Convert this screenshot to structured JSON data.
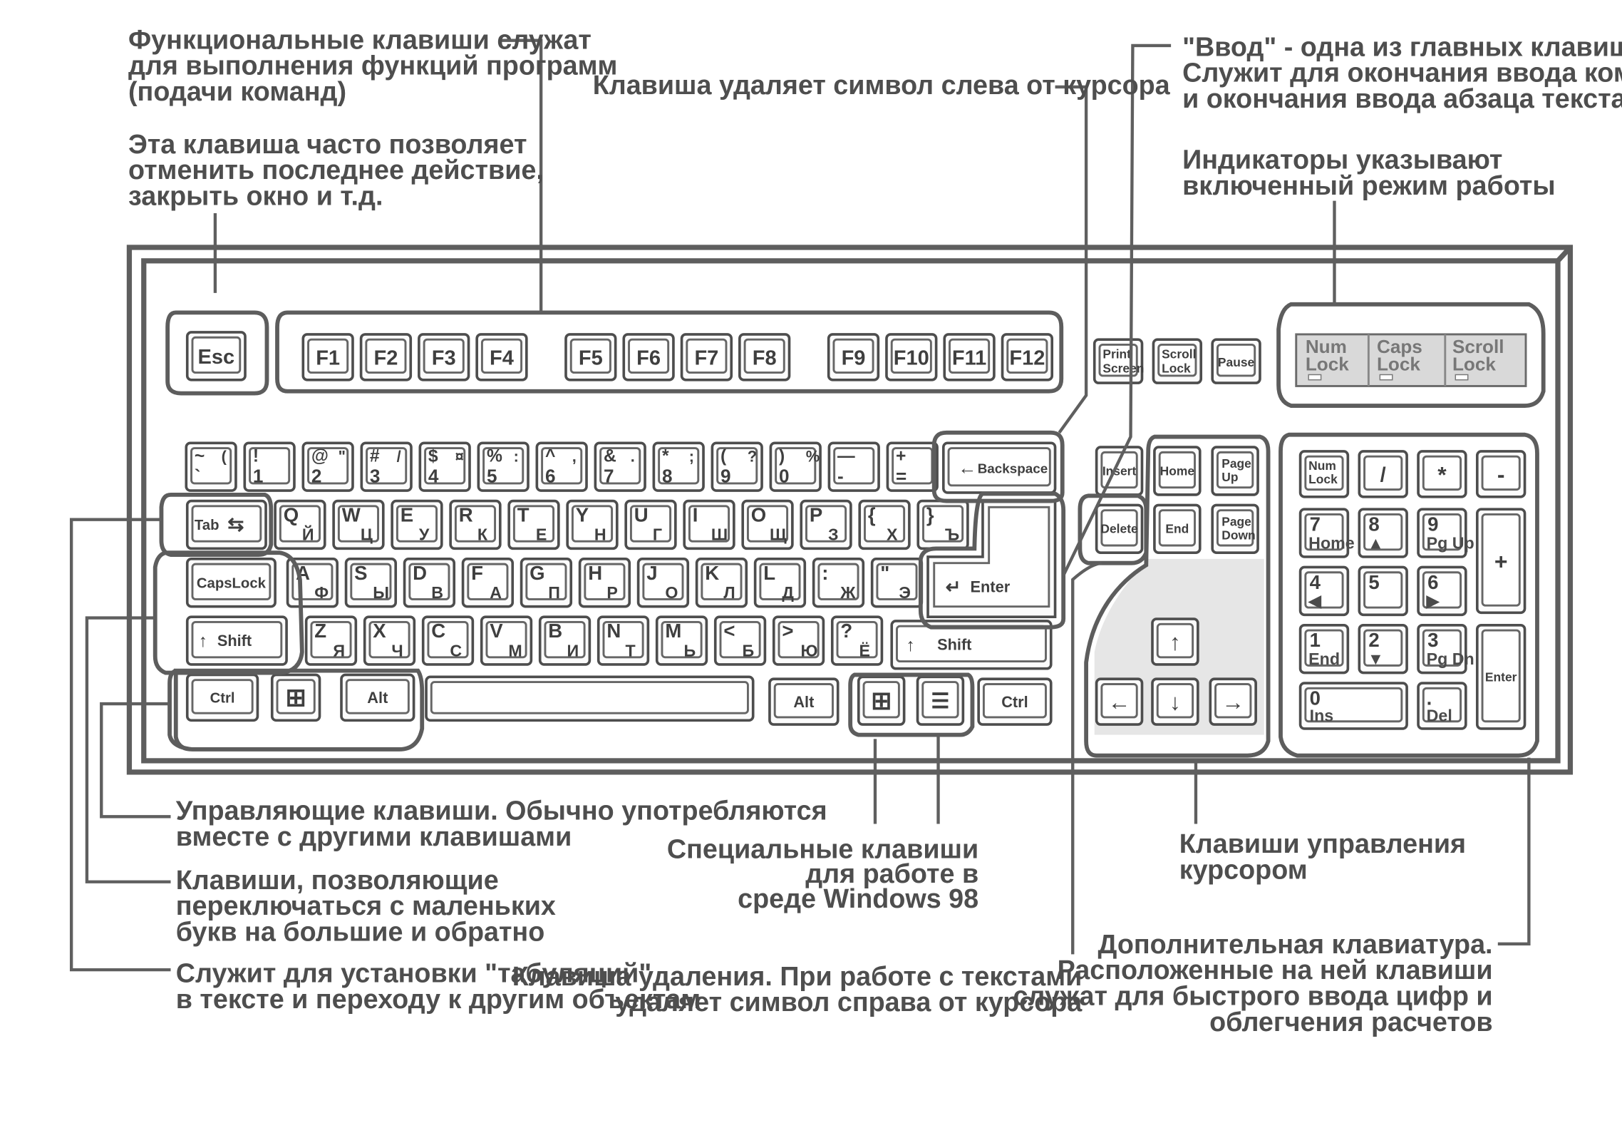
{
  "annotations": {
    "function_keys": [
      "Функциональные клавиши служат",
      "для выполнения функций программ",
      "(подачи команд)"
    ],
    "escape_key": [
      "Эта клавиша часто позволяет",
      "отменить последнее действие,",
      "закрыть окно и т.д."
    ],
    "backspace_key": [
      "Клавиша удаляет символ слева от курсора"
    ],
    "enter_key": [
      "\"Ввод\" - одна из главных клавиш.",
      "Служит для окончания ввода команд",
      "и окончания ввода абзаца текста"
    ],
    "indicators": [
      "Индикаторы указывают",
      "включенный режим работы"
    ],
    "control_keys": [
      "Управляющие клавиши. Обычно употребляются",
      "вместе с другими клавишами"
    ],
    "case_keys": [
      "Клавиши, позволяющие",
      "переключаться с маленьких",
      "букв на большие и обратно"
    ],
    "tab_key": [
      "Служит для установки \"табуляций\"",
      "в тексте и переходу к другим объектам"
    ],
    "windows_keys": [
      "Специальные клавиши",
      "для работе в",
      "среде  Windows 98"
    ],
    "delete_key": [
      "Клавиша удаления. При работе с текстами",
      "удаляет символ справа от курсора"
    ],
    "cursor_keys": [
      "Клавиши управления",
      "курсором"
    ],
    "numpad": [
      "Дополнительная клавиатура.",
      "Расположенные на ней клавиши",
      "служат для быстрого ввода цифр и",
      "облегчения расчетов"
    ]
  },
  "keyboard": {
    "esc": "Esc",
    "function_keys": [
      "F1",
      "F2",
      "F3",
      "F4",
      "F5",
      "F6",
      "F7",
      "F8",
      "F9",
      "F10",
      "F11",
      "F12"
    ],
    "system_keys": [
      [
        "Print",
        "Screen"
      ],
      [
        "Scroll",
        "Lock"
      ],
      [
        "Pause"
      ]
    ],
    "indicators": [
      [
        "Num",
        "Lock"
      ],
      [
        "Caps",
        "Lock"
      ],
      [
        "Scroll",
        "Lock"
      ]
    ],
    "number_row": [
      [
        "~",
        "`",
        "("
      ],
      [
        "!",
        "1",
        ""
      ],
      [
        "@",
        "2",
        "\""
      ],
      [
        "#",
        "3",
        "/"
      ],
      [
        "$",
        "4",
        "¤"
      ],
      [
        "%",
        "5",
        ":"
      ],
      [
        "^",
        "6",
        ","
      ],
      [
        "&",
        "7",
        "."
      ],
      [
        "*",
        "8",
        ";"
      ],
      [
        "(",
        "9",
        "?"
      ],
      [
        ")",
        "0",
        "%"
      ],
      [
        "—",
        "-",
        ""
      ],
      [
        "+",
        "=",
        ""
      ]
    ],
    "backspace": "Backspace",
    "tab": "Tab",
    "qwerty_row": [
      [
        "Q",
        "Й"
      ],
      [
        "W",
        "Ц"
      ],
      [
        "E",
        "У"
      ],
      [
        "R",
        "К"
      ],
      [
        "T",
        "Е"
      ],
      [
        "Y",
        "Н"
      ],
      [
        "U",
        "Г"
      ],
      [
        "I",
        "Ш"
      ],
      [
        "O",
        "Щ"
      ],
      [
        "P",
        "З"
      ],
      [
        "{",
        "Х"
      ],
      [
        "}",
        "Ъ"
      ]
    ],
    "capslock": "CapsLock",
    "asdf_row": [
      [
        "A",
        "Ф"
      ],
      [
        "S",
        "Ы"
      ],
      [
        "D",
        "В"
      ],
      [
        "F",
        "А"
      ],
      [
        "G",
        "П"
      ],
      [
        "H",
        "Р"
      ],
      [
        "J",
        "О"
      ],
      [
        "K",
        "Л"
      ],
      [
        "L",
        "Д"
      ],
      [
        ":",
        "Ж"
      ],
      [
        "\"",
        "Э"
      ]
    ],
    "enter": "Enter",
    "shift": "Shift",
    "zxcv_row": [
      [
        "Z",
        "Я"
      ],
      [
        "X",
        "Ч"
      ],
      [
        "C",
        "С"
      ],
      [
        "V",
        "М"
      ],
      [
        "B",
        "И"
      ],
      [
        "N",
        "Т"
      ],
      [
        "M",
        "Ь"
      ],
      [
        "<",
        "Б"
      ],
      [
        ">",
        "Ю"
      ],
      [
        "?",
        "Ё"
      ]
    ],
    "ctrl": "Ctrl",
    "alt": "Alt",
    "nav_keys": [
      [
        "Insert"
      ],
      [
        "Home"
      ],
      [
        "Page",
        "Up"
      ],
      [
        "Delete"
      ],
      [
        "End"
      ],
      [
        "Page",
        "Down"
      ]
    ],
    "arrows": [
      "↑",
      "←",
      "↓",
      "→"
    ],
    "numpad": {
      "numlock": [
        "Num",
        "Lock"
      ],
      "slash": "/",
      "star": "*",
      "minus": "-",
      "plus": "+",
      "enter": "Enter",
      "digits": [
        [
          "7",
          "Home"
        ],
        [
          "8",
          "▲"
        ],
        [
          "9",
          "Pg Up"
        ],
        [
          "4",
          "◀"
        ],
        [
          "5",
          ""
        ],
        [
          "6",
          "▶"
        ],
        [
          "1",
          "End"
        ],
        [
          "2",
          "▼"
        ],
        [
          "3",
          "Pg Dn"
        ],
        [
          "0",
          "Ins"
        ],
        [
          ".",
          "Del"
        ]
      ]
    }
  }
}
